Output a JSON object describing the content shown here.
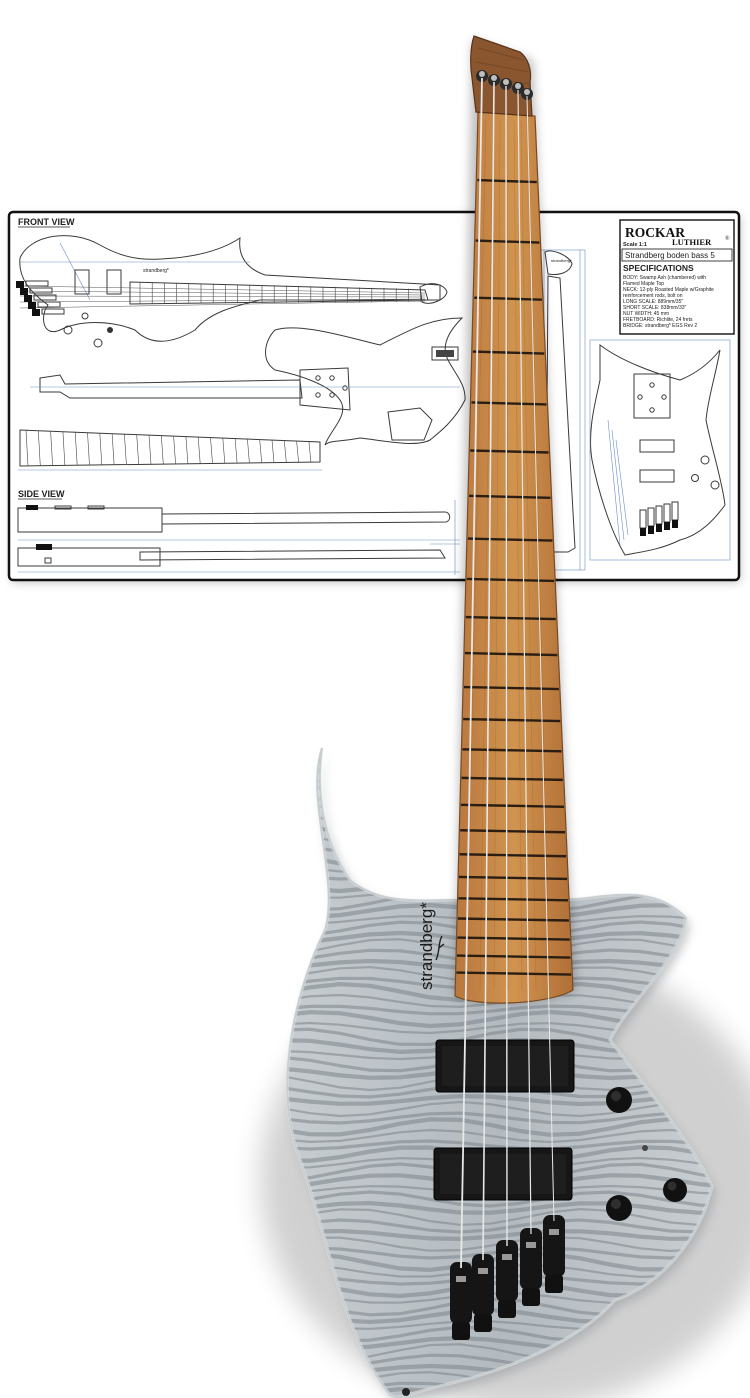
{
  "plan": {
    "front_view_label": "FRONT VIEW",
    "side_view_label": "SIDE VIEW",
    "body_logo": "strandberg*",
    "headstock_logo": "strandberg*",
    "title_block": {
      "brand_line1": "ROCKAR",
      "brand_line2": "LUTHIER",
      "registered": "®",
      "scale": "Scale 1:1",
      "model": "Strandberg boden bass 5",
      "spec_header": "SPECIFICATIONS",
      "spec_lines": [
        "BODY: Swamp Ash (chambered) with",
        "Flamed Maple Top",
        "NECK: 12-ply Roasted Maple w/Graphite",
        "reinforcement rods, bolt on",
        "LONG SCALE: 889mm/35\"",
        "SHORT SCALE: 838mm/33\"",
        "NUT WIDTH: 45 mm",
        "FRETBOARD: Richlite, 24 frets",
        "BRIDGE: strandberg* EGS Rev 2"
      ]
    }
  },
  "guitar": {
    "body_logo": "strandberg*",
    "string_count": 5,
    "fret_count": 24,
    "colors": {
      "body": "#b9bfc4",
      "body_flame": "#7e858b",
      "neck": "#c8884a",
      "fret": "#2a1d12",
      "hardware": "#161616"
    }
  }
}
